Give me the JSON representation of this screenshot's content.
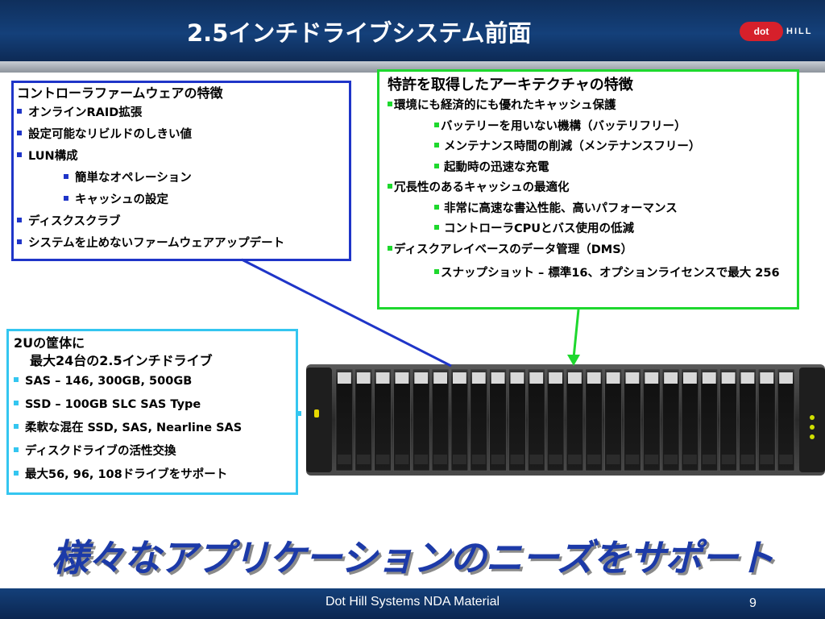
{
  "slide": {
    "title": "2.5インチドライブシステム前面",
    "logo": {
      "dot": "dot",
      "hill": "HILL"
    },
    "slogan": "様々なアプリケーションのニーズをサポート",
    "footer": "Dot Hill Systems NDA Material",
    "page_number": "9"
  },
  "controller_box": {
    "heading": "コントローラファームウェアの特徴",
    "items": [
      {
        "text": "オンラインRAID拡張"
      },
      {
        "text": "設定可能なリビルドのしきい値"
      },
      {
        "text": "LUN構成"
      },
      {
        "text": "簡単なオペレーション"
      },
      {
        "text": "キャッシュの設定"
      },
      {
        "text": "ディスクスクラブ"
      },
      {
        "text": "システムを止めないファームウェアアップデート"
      }
    ]
  },
  "patent_box": {
    "heading": "特許を取得したアーキテクチャの特徴",
    "items": [
      {
        "text": "環境にも経済的にも優れたキャッシュ保護"
      },
      {
        "text": "バッテリーを用いない機構（バッテリフリー）"
      },
      {
        "text": "メンテナンス時間の削減（メンテナンスフリー）"
      },
      {
        "text": "起動時の迅速な充電"
      },
      {
        "text": "冗長性のあるキャッシュの最適化"
      },
      {
        "text": "非常に高速な書込性能、高いパフォーマンス"
      },
      {
        "text": "コントローラCPUとバス使用の低減"
      },
      {
        "text": "ディスクアレイベースのデータ管理（DMS）"
      },
      {
        "text": "スナップショット – 標準16、オプションライセンスで最大 256"
      }
    ]
  },
  "chassis_box": {
    "heading_line1": "2Uの筐体に",
    "heading_line2": "最大24台の2.5インチドライブ",
    "items": [
      {
        "text": "SAS – 146, 300GB, 500GB"
      },
      {
        "text": "SSD –  100GB SLC SAS Type"
      },
      {
        "text": "柔軟な混在 SSD, SAS, Nearline SAS"
      },
      {
        "text": "ディスクドライブの活性交換"
      },
      {
        "text": "最大56, 96, 108ドライブをサポート"
      }
    ]
  },
  "colors": {
    "controller_border": "#1f35c8",
    "patent_border": "#1ed82e",
    "chassis_border": "#34c6f0",
    "slogan": "#1c3aa8",
    "logo_red": "#d6202b"
  },
  "device": {
    "drive_bay_count": 24
  }
}
